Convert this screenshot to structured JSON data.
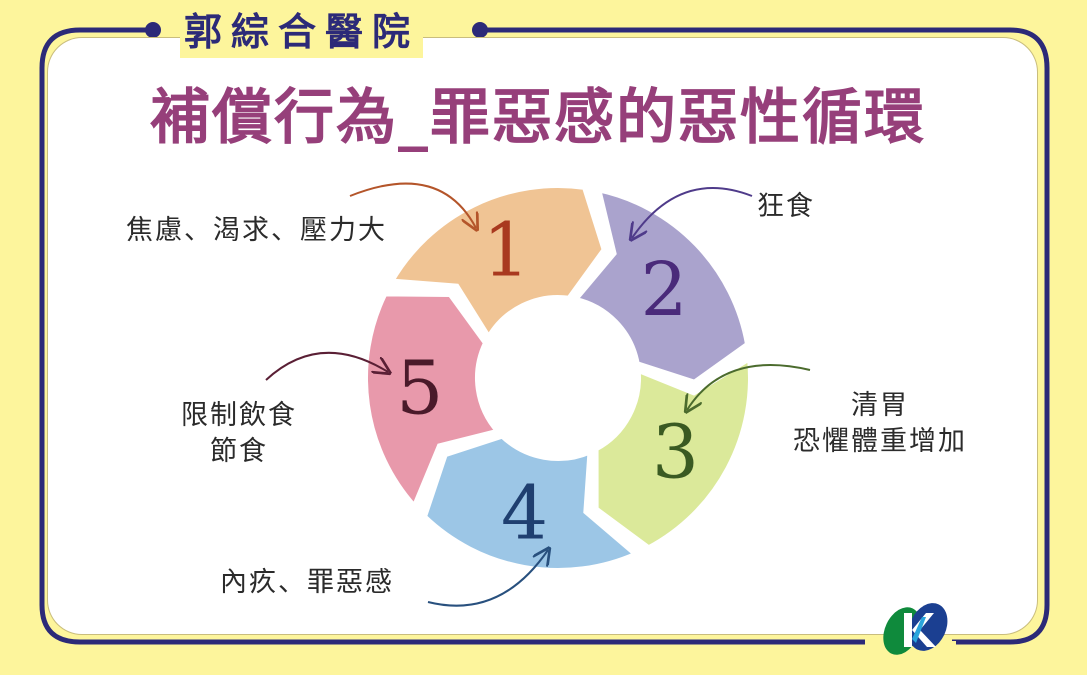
{
  "header": {
    "hospital_name": "郭綜合醫院",
    "title": "補償行為_罪惡感的惡性循環"
  },
  "colors": {
    "background": "#fdf59c",
    "frame": "#2c2a78",
    "title": "#963f7a",
    "hospital_name": "#2c2a78"
  },
  "cycle": {
    "steps": [
      {
        "number": "1",
        "label": "焦慮、渴求、壓力大",
        "fill": "#f0c494",
        "num_color": "#a9391f",
        "arrow_color": "#b4552a"
      },
      {
        "number": "2",
        "label": "狂食",
        "fill": "#aaa3cd",
        "num_color": "#4a2a7a",
        "arrow_color": "#4f3b8a"
      },
      {
        "number": "3",
        "label_lines": [
          "清胃",
          "恐懼體重增加"
        ],
        "fill": "#dbe99a",
        "num_color": "#3a5a22",
        "arrow_color": "#4b6b2d"
      },
      {
        "number": "4",
        "label": "內疚、罪惡感",
        "fill": "#9cc6e6",
        "num_color": "#1f3f70",
        "arrow_color": "#28507e"
      },
      {
        "number": "5",
        "label_lines": [
          "限制飲食",
          "節食"
        ],
        "fill": "#e899ab",
        "num_color": "#4a1a2a",
        "arrow_color": "#5a1f35"
      }
    ]
  },
  "logo": {
    "letter": "K",
    "left_color": "#0f8a3c",
    "right_color": "#1b3f91",
    "accent_color": "#2aa5dc"
  }
}
